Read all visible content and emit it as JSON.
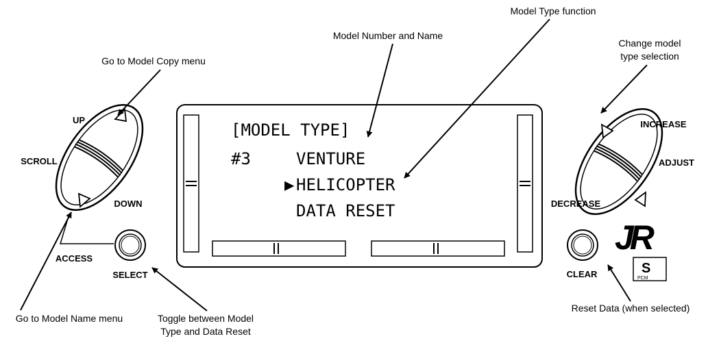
{
  "annotations": {
    "model_copy": "Go to Model Copy menu",
    "model_number_name": "Model Number and Name",
    "model_type_function": "Model Type function",
    "change_type_line1": "Change model",
    "change_type_line2": "type selection",
    "model_name_menu": "Go to Model Name menu",
    "toggle_line1": "Toggle between Model",
    "toggle_line2": "Type and Data Reset",
    "reset_data": "Reset Data (when selected)"
  },
  "controls": {
    "up": "UP",
    "scroll": "SCROLL",
    "down": "DOWN",
    "access": "ACCESS",
    "select": "SELECT",
    "increase": "INCREASE",
    "adjust": "ADJUST",
    "decrease": "DECREASE",
    "clear": "CLEAR"
  },
  "lcd": {
    "title": "[MODEL TYPE]",
    "model_number": "#3",
    "model_name": "VENTURE",
    "cursor": "▶",
    "selected_type": "HELICOPTER",
    "data_reset": "DATA RESET"
  },
  "logos": {
    "brand": "JR",
    "badge_letter": "S",
    "badge_sub": "PCM"
  }
}
